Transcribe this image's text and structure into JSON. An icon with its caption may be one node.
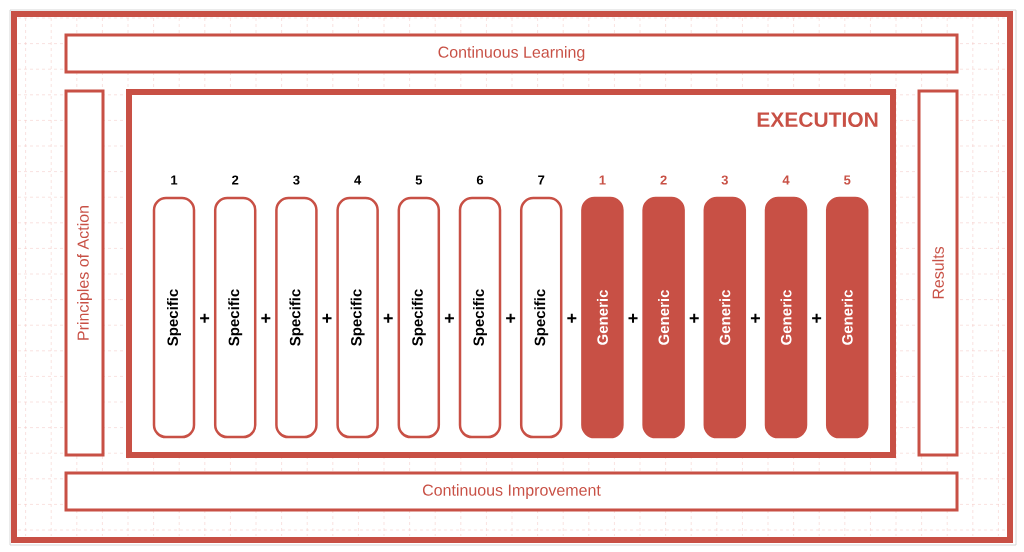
{
  "diagram": {
    "nodes": [
      {
        "text": [
          "Continuous Learning"
        ]
      },
      {
        "text": [
          "Principles of Action"
        ]
      },
      {
        "text": [
          "EXECUTION"
        ]
      },
      {
        "text": [
          "Specific"
        ],
        "beside": [
          "1"
        ],
        "in": 2
      },
      {
        "text": [
          "Specific"
        ],
        "beside": [
          "2"
        ],
        "in": 2
      },
      {
        "text": [
          "Specific"
        ],
        "beside": [
          "3"
        ],
        "in": 2
      },
      {
        "text": [
          "Specific"
        ],
        "beside": [
          "4"
        ],
        "in": 2
      },
      {
        "text": [
          "Specific"
        ],
        "beside": [
          "5"
        ],
        "in": 2
      },
      {
        "text": [
          "Specific"
        ],
        "beside": [
          "6"
        ],
        "in": 2
      },
      {
        "text": [
          "Specific"
        ],
        "beside": [
          "7"
        ],
        "in": 2
      },
      {
        "text": [
          "Generic"
        ],
        "beside": [
          "1"
        ],
        "in": 2
      },
      {
        "text": [
          "Generic"
        ],
        "beside": [
          "2"
        ],
        "in": 2
      },
      {
        "text": [
          "Generic"
        ],
        "beside": [
          "3"
        ],
        "in": 2
      },
      {
        "text": [
          "Generic"
        ],
        "beside": [
          "4"
        ],
        "in": 2
      },
      {
        "text": [
          "Generic"
        ],
        "beside": [
          "5"
        ],
        "in": 2
      },
      {
        "text": [
          "Results"
        ]
      },
      {
        "text": [
          "Continuous Improvement"
        ]
      }
    ],
    "labels": [
      "+",
      "+",
      "+",
      "+",
      "+",
      "+",
      "+",
      "+",
      "+",
      "+",
      "+"
    ]
  }
}
